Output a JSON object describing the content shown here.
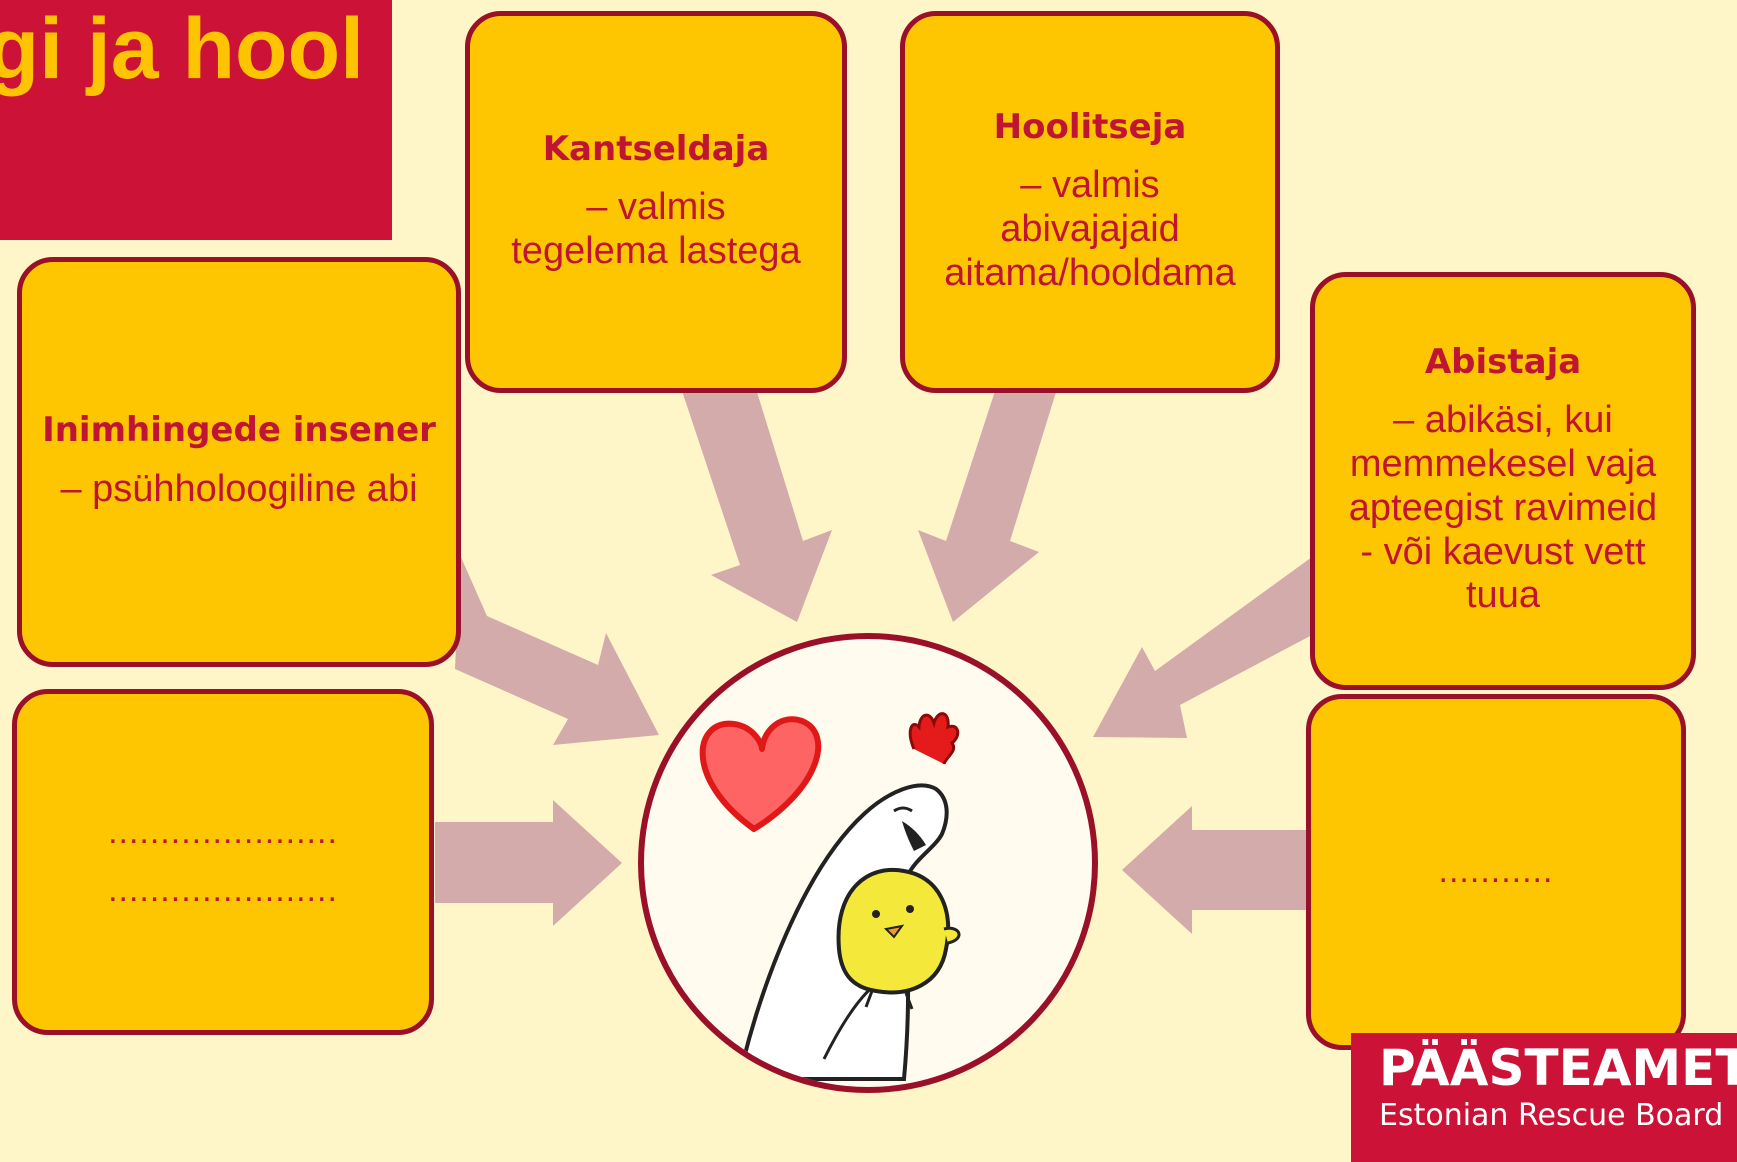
{
  "title": {
    "text": "gi ja hool"
  },
  "boxes": [
    {
      "id": "inimhingede",
      "title": "Inimhingede insener",
      "desc": "– psühholoogiline abi"
    },
    {
      "id": "kantseldaja",
      "title": "Kantseldaja",
      "desc": "– valmis\ntegelema lastega"
    },
    {
      "id": "hoolitseja",
      "title": "Hoolitseja",
      "desc": "– valmis\nabivajajaid\naitama/hooldama"
    },
    {
      "id": "abistaja",
      "title": "Abistaja",
      "desc": "– abikäsi, kui\nmemmekesel vaja\napteegist ravimeid\n- või kaevust vett\ntuua"
    }
  ],
  "blank_left": {
    "line1": "......................",
    "line2": "......................"
  },
  "blank_right": {
    "line1": "..........."
  },
  "illustration": {
    "icons": [
      "heart-icon",
      "hen-icon",
      "chick-icon"
    ]
  },
  "logo": {
    "name": "PÄÄSTEAMET",
    "subtitle": "Estonian Rescue Board"
  },
  "colors": {
    "background": "#fef5c8",
    "box_fill": "#fec600",
    "box_border": "#9a1028",
    "text_red": "#c01532",
    "brand_red": "#cc1236",
    "title_yellow": "#fec401",
    "arrow": "#d4abab"
  }
}
